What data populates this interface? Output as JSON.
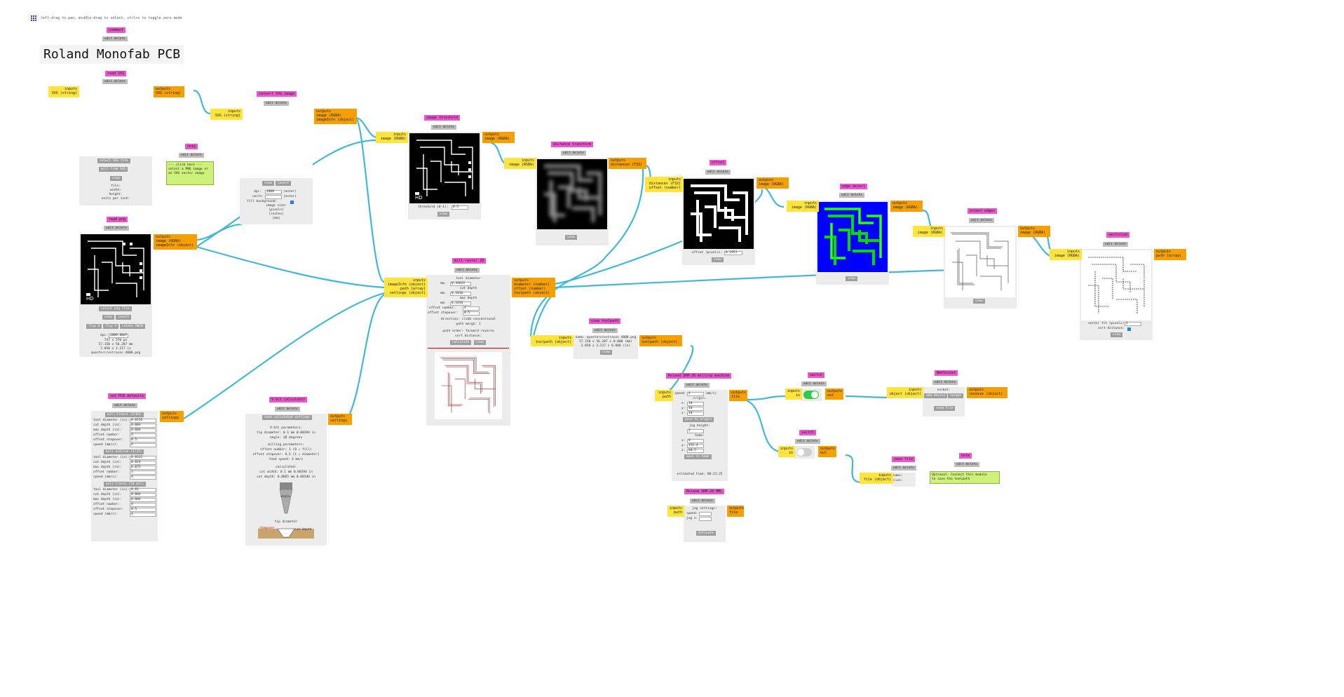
{
  "app": {
    "hint": "left-drag to pan, middle-drag to select, ctrl+s to toggle zero mode",
    "title": "Roland Monofab PCB"
  },
  "common": {
    "edit_delete": "edit delete",
    "inputs": "inputs",
    "outputs": "outputs",
    "view": "view"
  },
  "colors": {
    "title": "#ee55cc",
    "input": "#ffe43d",
    "output": "#f5a000",
    "wire": "#40b8d8",
    "body": "#ececec",
    "note": "#ccf27a",
    "toggle_on": "#2ecc40"
  },
  "comment": {
    "title": "comment"
  },
  "svg_module": {
    "title": "read SVG",
    "input": "SVG (string)",
    "output": "SVG (string)",
    "btn_select": "select SVG file",
    "btn_load": "mill from SVG",
    "btn_view": "view",
    "info": [
      "file:",
      "width:",
      "height:",
      "units per inch:"
    ]
  },
  "note_module": {
    "title": "note",
    "text": [
      "--- click here ---",
      "select a PNG image or",
      "an SVG vector image"
    ]
  },
  "convert_svg": {
    "title": "convert SVG image",
    "input": "SVG (string)",
    "outputs": [
      "image (RGBA)",
      "imageInfo (object)"
    ],
    "btns": [
      "view",
      "invert"
    ],
    "dpi_label": "dpi:",
    "dpi_value": "1000",
    "units_label": "units:",
    "units_value": "",
    "units_unit": "(enter)",
    "fill_label": "fill background:",
    "size_lines": [
      "image size:",
      "(pixels)",
      "(inches)",
      "(mm)"
    ]
  },
  "png_module": {
    "title": "read png",
    "outputs": [
      "image (RGBA)",
      "imageInfo (object)"
    ],
    "btn_select": "select png file",
    "btns_row1": [
      "view",
      "invert"
    ],
    "btns_row2": [
      "flip H",
      "flip V",
      "rotate 90CW"
    ],
    "dpi_label": "dpi:",
    "dpi_value": "1000.0007",
    "info": [
      "747 x 578 px",
      "57.150 x 56.287 mm",
      "2.050 x 2.217 in"
    ],
    "filename": "questorcrestraces 4000.png"
  },
  "threshold": {
    "title": "image threshold",
    "input": "image (RGBA)",
    "output": "image (RGBA)",
    "label": "threshold (0-1):",
    "value": "0.5",
    "btn": "view"
  },
  "distance": {
    "title": "distance transform",
    "input": "image (RGBA)",
    "output": "distances (F32)",
    "btn": "view"
  },
  "offset": {
    "title": "offset",
    "inputs": [
      "distances (F32)",
      "offset (number)"
    ],
    "output": "image (RGBA)",
    "label": "offset (pixels):",
    "value": "0.1953",
    "btn": "view"
  },
  "edge": {
    "title": "edge detect",
    "input": "image (RGBA)",
    "output": "image (RGBA)",
    "btn": "view"
  },
  "orient": {
    "title": "orient edges",
    "input": "image (RGBA)",
    "output": "image (RGBA)",
    "btn": "view"
  },
  "vectorize": {
    "title": "vectorize",
    "input": "image (RGBA)",
    "output": "path (array)",
    "fit_label": "vector fit (pixels):",
    "fit_value": "1",
    "sort_label": "sort distance:",
    "btn": "view"
  },
  "mill": {
    "title": "mill raster 2D",
    "inputs": [
      "imageInfo (object)",
      "path (array)",
      "settings (object)"
    ],
    "outputs": [
      "diameter (number)",
      "offset (number)",
      "toolpath (object)"
    ],
    "rows": [
      {
        "label": "tool diameter",
        "value": ""
      },
      {
        "label": "mm:",
        "value": "0.39624"
      },
      {
        "label": "cut depth",
        "value": ""
      },
      {
        "label": "mm:",
        "value": "0.1016"
      },
      {
        "label": "max depth",
        "value": ""
      },
      {
        "label": "mm:",
        "value": "0.1016"
      },
      {
        "label": "offset number:",
        "value": "4"
      },
      {
        "label": "offset stepover:",
        "value": "0.5"
      }
    ],
    "direction": "direction: climb  conventional",
    "merge": "path merge: 1",
    "order": "path order: forward  reverse",
    "sort": "sort distance:",
    "btns": [
      "calculate",
      "view"
    ]
  },
  "save_toolpath": {
    "title": "view toolpath",
    "input": "toolpath (object)",
    "output": "toolpath (object)",
    "info": [
      "name: questorcrestraces 4000.png",
      "57.150 x 56.287 x 0.000 (mm)",
      "2.050 x 2.217 x 0.000 (in)"
    ],
    "btn": "view"
  },
  "machine": {
    "title": "Roland SRM-20 milling machine",
    "input": "path",
    "output": "file",
    "speed_label": "speed:",
    "speed_value": "4",
    "speed_unit": "(mm/s)",
    "origin_title": "origin:",
    "origin_rows": [
      {
        "label": "x:",
        "value": "10"
      },
      {
        "label": "y:",
        "value": "10"
      },
      {
        "label": "z:",
        "value": "10"
      }
    ],
    "btn_move": "move to origin",
    "jog_title": "jog height:",
    "jog_value": "2",
    "home_title": "home:",
    "home_rows": [
      {
        "label": "x:",
        "value": "0"
      },
      {
        "label": "y:",
        "value": "152.4"
      },
      {
        "label": "z:",
        "value": "60.5"
      }
    ],
    "btn_home": "move to home",
    "estimate": "estimated time: 00:21:25"
  },
  "srm_small": {
    "title": "Roland SRM-20 RML",
    "input": "path",
    "output": "file",
    "lines": [
      "jog settings:",
      "speed:",
      "jog z:"
    ],
    "btn": "Activate"
  },
  "switch1": {
    "title": "switch",
    "input": "in",
    "output": "out"
  },
  "switch2": {
    "title": "switch",
    "input": "in",
    "output": "out"
  },
  "websocket": {
    "title": "WebSocket",
    "input": "object (object)",
    "output": "receive (object)",
    "lines": [
      "socket:"
    ],
    "btns": [
      "add device",
      "target"
    ],
    "btn_send": "send file"
  },
  "save_file": {
    "title": "save file",
    "input": "file (object)",
    "info": [
      "name:",
      "size:"
    ]
  },
  "note2": {
    "title": "note",
    "text": [
      "Optional: Connect this module",
      "to save the toolpath"
    ]
  },
  "presets": {
    "title": "set PCB defaults",
    "output": "settings",
    "sections": [
      {
        "header": "mill traces (1/64)",
        "rows": [
          [
            "tool diameter (in):",
            "0.0156"
          ],
          [
            "cut depth (in):",
            "0.004"
          ],
          [
            "max depth (in):",
            "0.004"
          ],
          [
            "offset number:",
            "4"
          ],
          [
            "offset stepover:",
            "0.5"
          ],
          [
            "speed (mm/s):",
            "4"
          ]
        ]
      },
      {
        "header": "mill outline (1/32)",
        "rows": [
          [
            "tool diameter (in):",
            "0.0312"
          ],
          [
            "cut depth (in):",
            "0.024"
          ],
          [
            "max depth (in):",
            "0.072"
          ],
          [
            "offset number:",
            "1"
          ],
          [
            "speed (mm/s):",
            "4"
          ]
        ]
      },
      {
        "header": "mill traces (10 mil)",
        "rows": [
          [
            "tool diameter (in):",
            "0.01"
          ],
          [
            "cut depth (in):",
            "0.004"
          ],
          [
            "max depth (in):",
            "0.004"
          ],
          [
            "offset number:",
            "4"
          ],
          [
            "offset stepover:",
            "0.5"
          ],
          [
            "speed (mm/s):",
            "4"
          ]
        ]
      }
    ]
  },
  "vbit": {
    "title": "V-bit calculator",
    "output": "settings",
    "btn": "send calculated settings",
    "lines": [
      "V-bit parameters:",
      "tip diameter: 0.1  mm 0.00394 in",
      "angle: 30  degrees",
      "milling parameters:",
      "offset number: 1  (0 = fill)",
      "offset stepover: 0.5  (1 = diameter)",
      "feed speed: 4  mm/s",
      "calculated:",
      "cut width: 0.1  mm 0.00394 in",
      "cut depth: 0.0865  mm 0.00340 in"
    ],
    "diagram": [
      "angle",
      "tip diameter",
      "stepover",
      "cut depth"
    ]
  }
}
